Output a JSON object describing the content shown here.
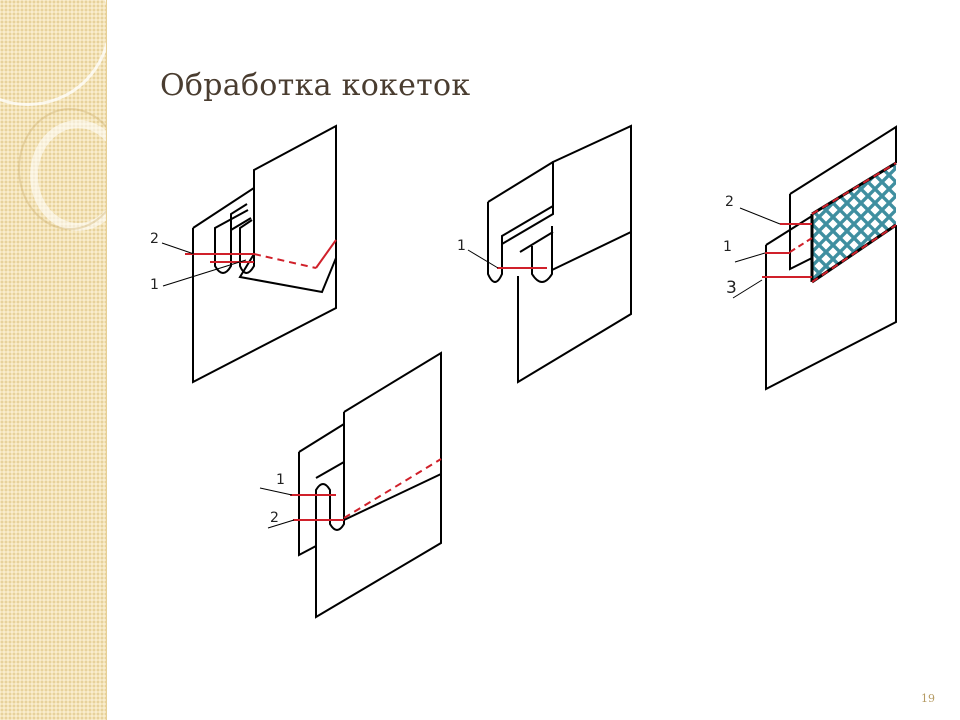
{
  "slide": {
    "title": "Обработка кокеток",
    "page_number": "19"
  },
  "diagrams": [
    {
      "labels": {
        "top": "2",
        "bottom": "1"
      }
    },
    {
      "labels": {
        "main": "1"
      }
    },
    {
      "labels": {
        "top": "2",
        "middle": "1",
        "bottom": "3"
      }
    },
    {
      "labels": {
        "top": "1",
        "bottom": "2"
      }
    }
  ],
  "colors": {
    "stitch": "#d0202a",
    "outline": "#000000",
    "interlining": "#3f8fa0",
    "sidebar": "#f4e4b8"
  }
}
